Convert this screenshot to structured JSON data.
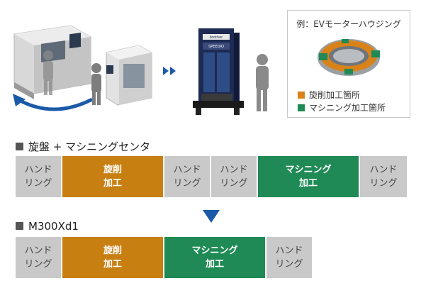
{
  "example": {
    "title": "例：EVモーターハウジング",
    "legend": [
      {
        "label": "旋削加工箇所",
        "color": "#d9821a"
      },
      {
        "label": "マシニング加工箇所",
        "color": "#1f8a55"
      }
    ]
  },
  "illustration": {
    "machine_brand": "brother",
    "machine_model": "SPEEDIO"
  },
  "sections": [
    {
      "title": "旋盤 + マシニングセンタ",
      "steps": [
        {
          "label": "ハンド\nリング",
          "kind": "gray"
        },
        {
          "label": "旋削\n加工",
          "kind": "orange"
        },
        {
          "label": "ハンド\nリング",
          "kind": "gray"
        },
        {
          "label": "ハンド\nリング",
          "kind": "gray"
        },
        {
          "label": "マシニング\n加工",
          "kind": "green"
        },
        {
          "label": "ハンド\nリング",
          "kind": "gray"
        }
      ]
    },
    {
      "title": "M300Xd1",
      "steps": [
        {
          "label": "ハンド\nリング",
          "kind": "gray"
        },
        {
          "label": "旋削\n加工",
          "kind": "orange"
        },
        {
          "label": "マシニング\n加工",
          "kind": "green"
        },
        {
          "label": "ハンド\nリング",
          "kind": "gray"
        }
      ]
    }
  ],
  "colors": {
    "gray_block": "#c9c9c9",
    "orange_block": "#c87f12",
    "green_block": "#1f8a55",
    "arrow": "#1a5aa8"
  }
}
